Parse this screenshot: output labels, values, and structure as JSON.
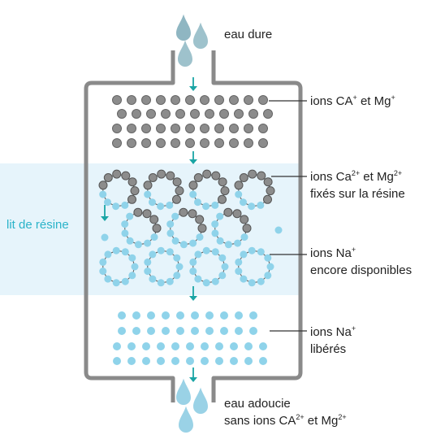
{
  "labels": {
    "input_water": "eau dure",
    "zone": "lit de résine",
    "hard_ions": {
      "text": "ions CA",
      "sup1": "+",
      "mid": " et Mg",
      "sup2": "+",
      "end": ""
    },
    "fixed_ions": {
      "line1_text": "ions Ca",
      "line1_sup1": "2+",
      "line1_mid": " et Mg",
      "line1_sup2": "2+",
      "line2": "fixés sur la résine"
    },
    "available_ions": {
      "line1_text": "ions Na",
      "line1_sup": "+",
      "line2": "encore disponibles"
    },
    "released_ions": {
      "line1_text": "ions Na",
      "line1_sup": "+",
      "line2": "libérés"
    },
    "output_water": {
      "line1": "eau adoucie",
      "line2_text": "sans ions CA",
      "line2_sup1": "2+",
      "line2_mid": " et Mg",
      "line2_sup2": "2+"
    }
  },
  "colors": {
    "vessel": "#8a8a8a",
    "hard_ion": "#8c8c8c",
    "sodium_ion": "#8fd3ea",
    "resin_zone": "#e6f4fb",
    "arrow": "#1aa5a5",
    "drop": "#9ad2e6",
    "zone_label": "#2ab3c9"
  }
}
